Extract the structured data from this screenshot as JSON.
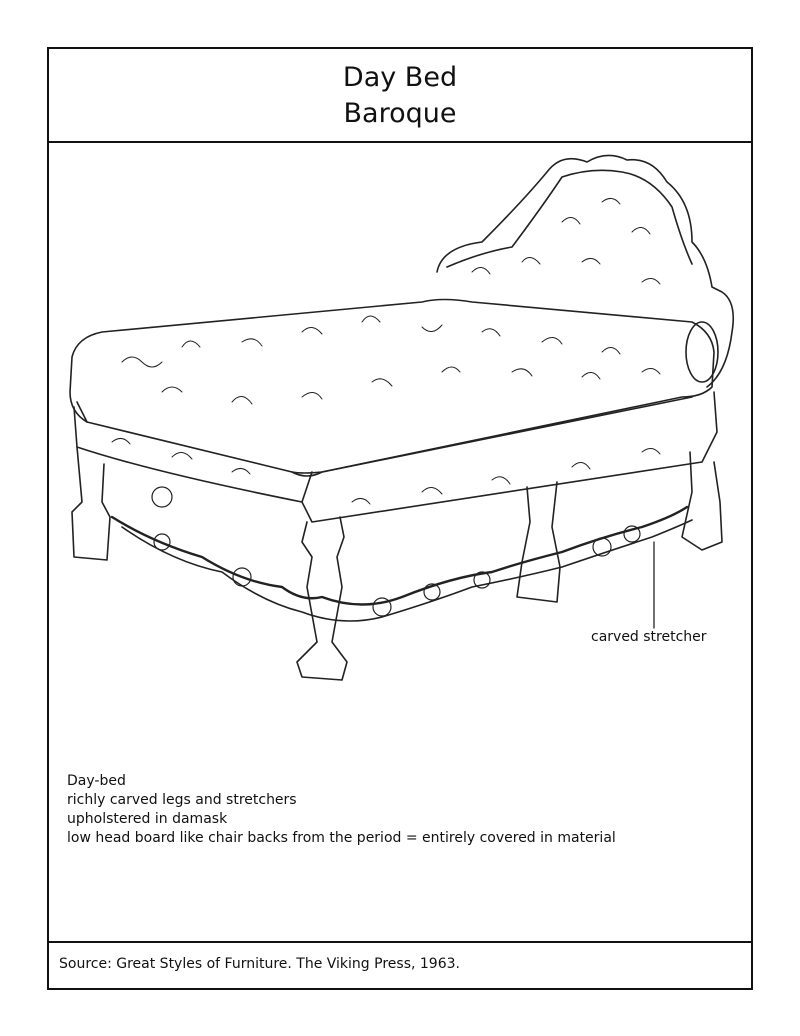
{
  "title": {
    "line1": "Day Bed",
    "line2": "Baroque"
  },
  "callout": {
    "label": "carved stretcher"
  },
  "notes": [
    "Day-bed",
    "richly carved legs and stretchers",
    "upholstered in damask",
    "low head board like chair backs from the period = entirely covered in material"
  ],
  "source": "Source: Great Styles of Furniture. The Viking Press, 1963."
}
